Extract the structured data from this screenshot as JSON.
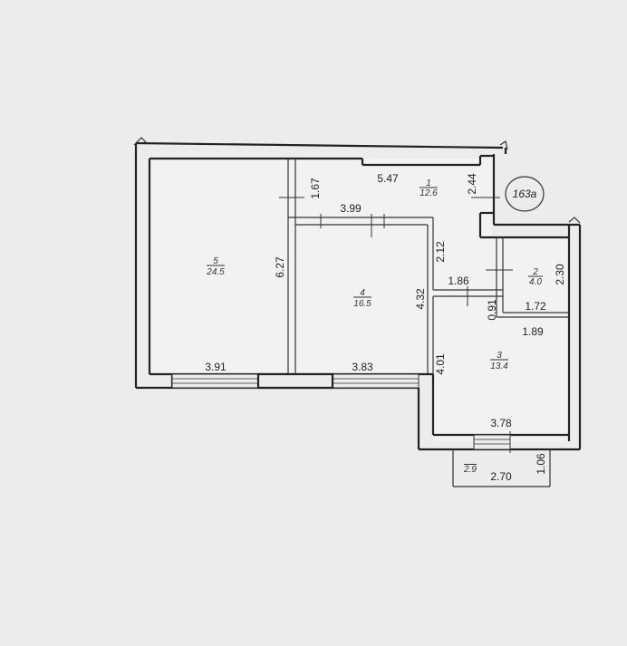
{
  "plan": {
    "tag": "163а",
    "dimensions": {
      "d_5_47": "5.47",
      "d_1_67": "1.67",
      "d_2_44": "2.44",
      "d_3_99": "3.99",
      "d_2_12": "2.12",
      "d_6_27": "6.27",
      "d_4_32": "4.32",
      "d_1_86": "1.86",
      "d_0_91": "0.91",
      "d_1_72": "1.72",
      "d_2_30": "2.30",
      "d_1_89": "1.89",
      "d_3_91": "3.91",
      "d_3_83": "3.83",
      "d_4_01": "4.01",
      "d_3_78": "3.78",
      "d_1_06": "1.06",
      "d_2_9": "2.9",
      "d_2_70": "2.70"
    },
    "rooms": [
      {
        "number": "1",
        "area": "12.6"
      },
      {
        "number": "2",
        "area": "4.0"
      },
      {
        "number": "3",
        "area": "13.4"
      },
      {
        "number": "4",
        "area": "16.5"
      },
      {
        "number": "5",
        "area": "24.5"
      }
    ]
  }
}
